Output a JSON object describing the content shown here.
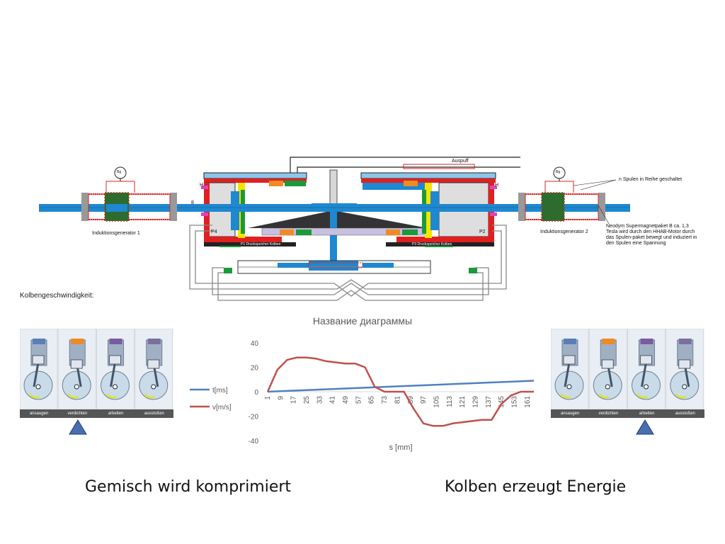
{
  "engine": {
    "auspuff": "Auspuff",
    "spulen_note": "n Spulen in Reihe geschaltet",
    "gen1": "Induktionsgenerator 1",
    "gen2": "Induktionsgenerator 2",
    "magnet_note": "Neodym Supermagnetpaket B ca. 1,3 Tesla wird durch den HHAB-Motor durch das Spulen-paket bewegt und induziert in den Spulen eine Spannung",
    "label_h_left": "H",
    "label_h_right": "H",
    "label_8": "8",
    "label_p4": "P4",
    "label_p2": "P2",
    "label_p1_text": "P1 Druckspeicher Kolben",
    "label_p3_text": "P3 Druckspeicher Kolben",
    "gauge_left": "Bg",
    "gauge_right": "Bg"
  },
  "section_label": "Kolbengeschwindigkeit:",
  "strips": {
    "left": [
      "ansaugen",
      "verdichten",
      "arbeiten",
      "ausstoßen"
    ],
    "right": [
      "ansaugen",
      "verdichten",
      "arbeiten",
      "ausstoßen"
    ]
  },
  "captions": {
    "left": "Gemisch wird komprimiert",
    "right": "Kolben erzeugt Energie"
  },
  "colors": {
    "t_series": "#4f81bd",
    "v_series": "#c0504d",
    "red": "#e02020",
    "blue": "#1e88d0",
    "green": "#1a9a3a",
    "yellow": "#f5e400",
    "orange": "#f08a24",
    "marker": "#4a6fb0"
  },
  "chart_data": {
    "type": "line",
    "title": "Название диаграммы",
    "xlabel": "s [mm]",
    "ylabel": "",
    "ylim": [
      -40,
      40
    ],
    "yticks": [
      40,
      20,
      0,
      -20,
      -40
    ],
    "xticks": [
      1,
      9,
      17,
      25,
      33,
      41,
      49,
      57,
      65,
      73,
      81,
      89,
      97,
      105,
      113,
      121,
      129,
      137,
      145,
      153,
      161
    ],
    "xlim": [
      1,
      165
    ],
    "legend": "left",
    "grid": false,
    "series": [
      {
        "name": "t[ms]",
        "color": "#4f81bd",
        "x": [
          1,
          165
        ],
        "y": [
          0,
          9
        ]
      },
      {
        "name": "v[m/s]",
        "color": "#c0504d",
        "x": [
          1,
          7,
          13,
          19,
          25,
          31,
          37,
          43,
          49,
          55,
          61,
          67,
          73,
          79,
          85,
          91,
          97,
          103,
          109,
          115,
          121,
          127,
          133,
          139,
          145,
          151,
          157,
          165
        ],
        "y": [
          0,
          18,
          26,
          28,
          28,
          27,
          25,
          24,
          23,
          23,
          20,
          4,
          0,
          0,
          0,
          -14,
          -26,
          -28,
          -28,
          -26,
          -25,
          -24,
          -23,
          -23,
          -10,
          -3,
          0,
          0
        ]
      }
    ]
  }
}
